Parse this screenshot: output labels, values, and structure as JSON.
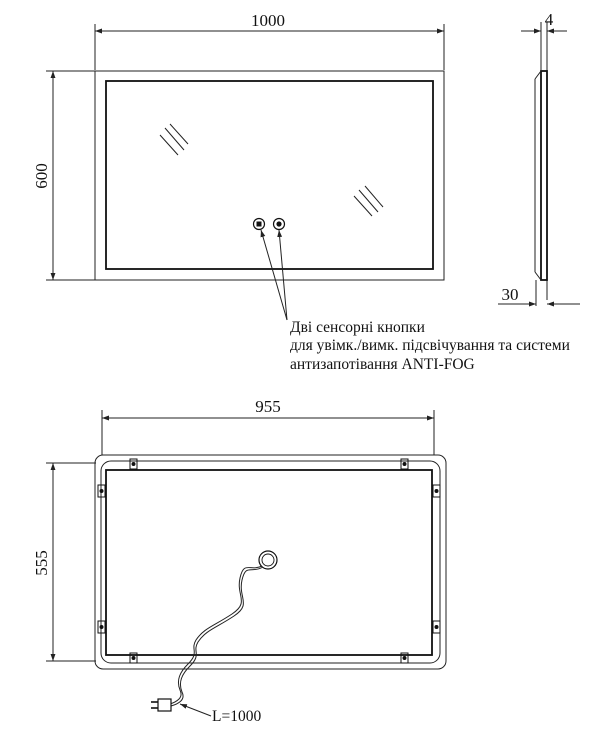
{
  "front_view": {
    "width_dim": "1000",
    "height_dim": "600"
  },
  "side_view": {
    "thickness_dim": "4",
    "depth_dim": "30"
  },
  "annotation": {
    "line1": "Дві сенсорні кнопки",
    "line2": "для увімк./вимк. підсвічування та системи",
    "line3": "антизапотівання ANTI-FOG"
  },
  "back_view": {
    "width_dim": "955",
    "height_dim": "555",
    "cable_length": "L=1000"
  }
}
